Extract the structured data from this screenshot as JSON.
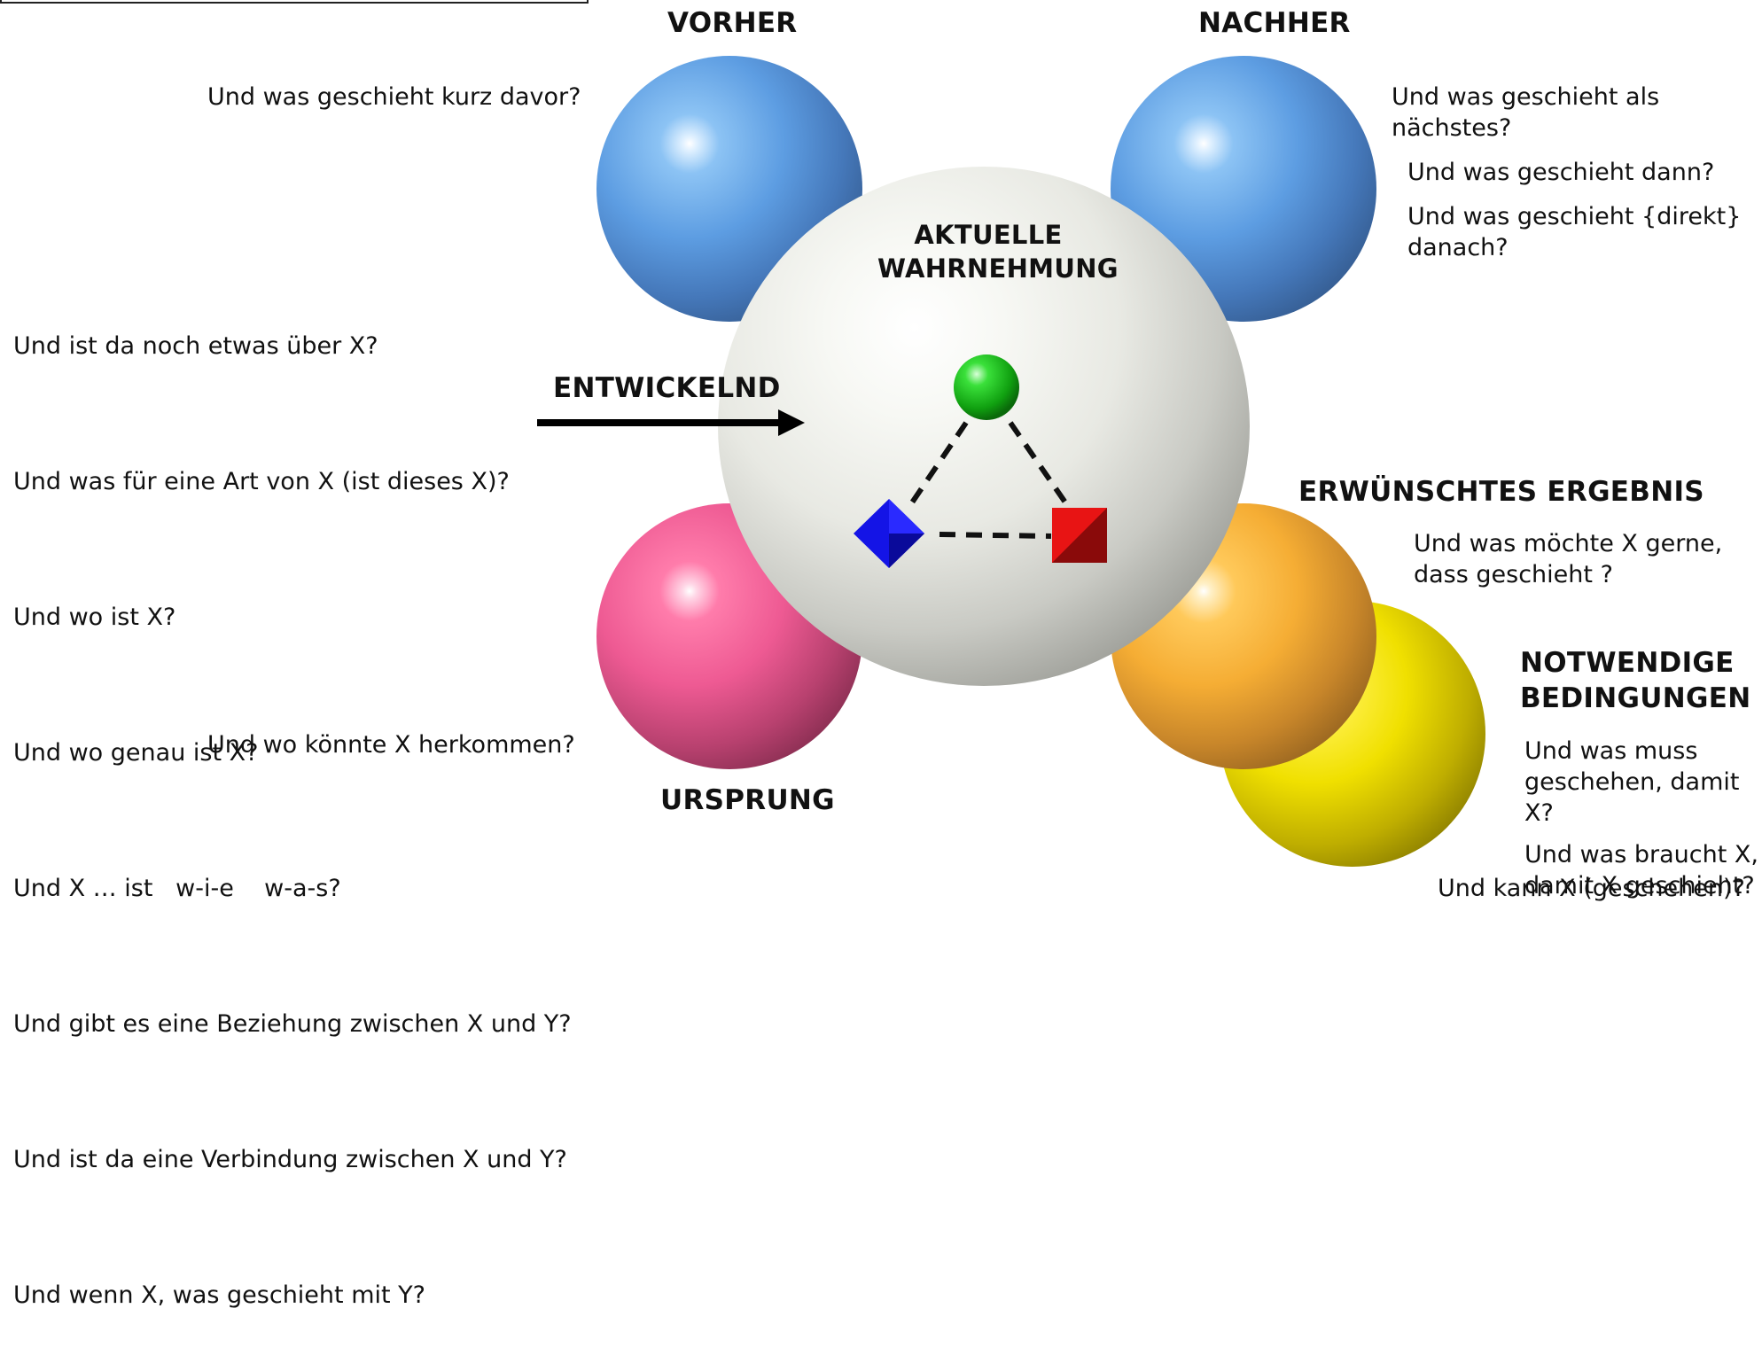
{
  "labels": {
    "vorher": "VORHER",
    "nachher": "NACHHER",
    "aktuelle_line1": "AKTUELLE",
    "aktuelle_line2": "WAHRNEHMUNG",
    "entwickelnd": "ENTWICKELND",
    "erwuenschtes": "ERWÜNSCHTES ERGEBNIS",
    "notwendige_line1": "NOTWENDIGE",
    "notwendige_line2": "BEDINGUNGEN",
    "ursprung": "URSPRUNG"
  },
  "questions": {
    "vorher": "Und was geschieht kurz davor?",
    "nachher": [
      "Und was geschieht als",
      "nächstes?",
      "Und was geschieht dann?",
      "Und was geschieht {direkt}",
      "danach?"
    ],
    "entwickelnd": [
      "Und ist da noch etwas über X?",
      "Und was für eine Art von X (ist dieses X)?",
      "Und wo ist X?",
      "Und wo genau ist X?",
      "Und X … ist   w-i-e    w-a-s?",
      "Und gibt es eine Beziehung zwischen X und Y?",
      "Und ist da eine Verbindung zwischen X und Y?",
      "Und wenn X, was geschieht mit Y?"
    ],
    "erwuenschtes": [
      "Und was möchte X gerne,",
      "dass geschieht ?"
    ],
    "notwendige": [
      "Und was muss",
      "geschehen, damit X?",
      "Und was braucht X,",
      "damit X geschieht?",
      "Und kann X (geschehen)?"
    ],
    "ursprung": "Und wo könnte X herkommen?"
  },
  "colors": {
    "vorher_nachher": "#5d9de2",
    "ursprung": "#ee5a93",
    "erwuenschtes": "#f5ad34",
    "notwendige": "#f0e000",
    "aktuelle": "#e8e9e3",
    "node_green": "#18c818",
    "node_blue": "#1010e0",
    "node_red": "#e01010"
  },
  "icons": [
    "arrow-right-icon",
    "green-sphere-icon",
    "blue-diamond-icon",
    "red-cube-icon"
  ]
}
